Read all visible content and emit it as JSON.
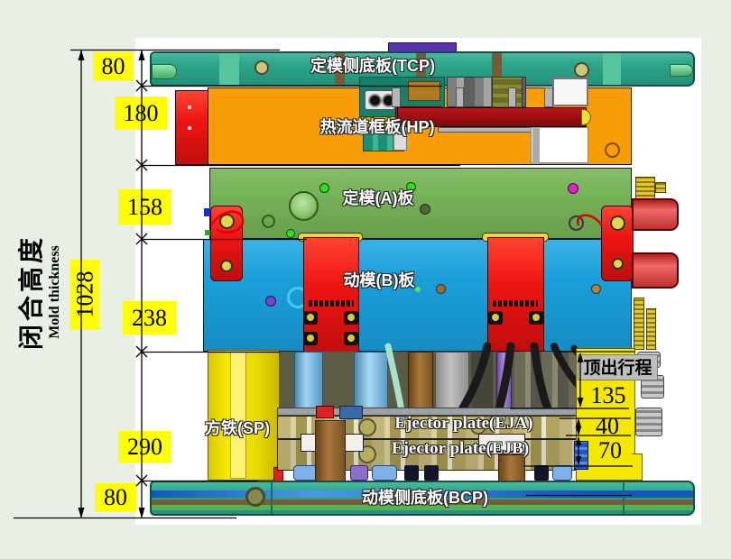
{
  "labels": {
    "tcp": "定模侧底板(TCP)",
    "hp": "热流道框板(HP)",
    "plate_a": "定模(A)板",
    "plate_b": "动模(B)板",
    "sp": "方铁(SP)",
    "eja": "Ejector plate(EJA)",
    "ejb": "Ejector plate(EJB)",
    "bcp": "动模侧底板(BCP)"
  },
  "left_dimension": {
    "title_cn": "闭合高度",
    "title_en": "Mold thickness",
    "total": "1028",
    "segments": [
      "80",
      "180",
      "158",
      "238",
      "290",
      "80"
    ]
  },
  "right_dimension": {
    "title": "顶出行程",
    "stroke": "135",
    "eja_thickness": "40",
    "ejb_thickness": "70"
  },
  "icons": {
    "clamp_x": "✕"
  },
  "colors": {
    "tcp_teal": "#2fa78c",
    "hp_orange": "#f89d05",
    "a_green": "#76b258",
    "b_blue": "#1a9fda",
    "dim_label_yellow": "#ffff00",
    "sp_yellow": "#f5e400",
    "stroke_label_gray": "#bdbdbd",
    "red_block": "#ee1512",
    "manifold_dark_red": "#9e0e12",
    "cable_black": "#1a1a1a"
  }
}
